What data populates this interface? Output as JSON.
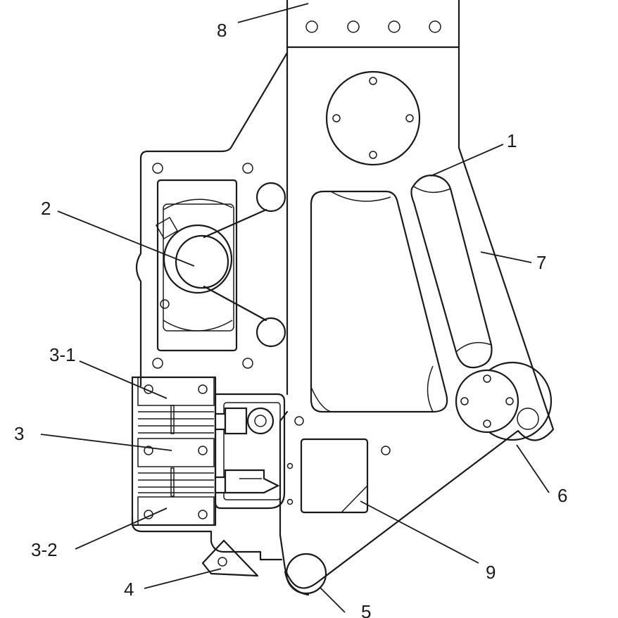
{
  "labels": {
    "l1": "1",
    "l2": "2",
    "l3": "3",
    "l3_1": "3-1",
    "l3_2": "3-2",
    "l4": "4",
    "l5": "5",
    "l6": "6",
    "l7": "7",
    "l8": "8",
    "l9": "9"
  }
}
